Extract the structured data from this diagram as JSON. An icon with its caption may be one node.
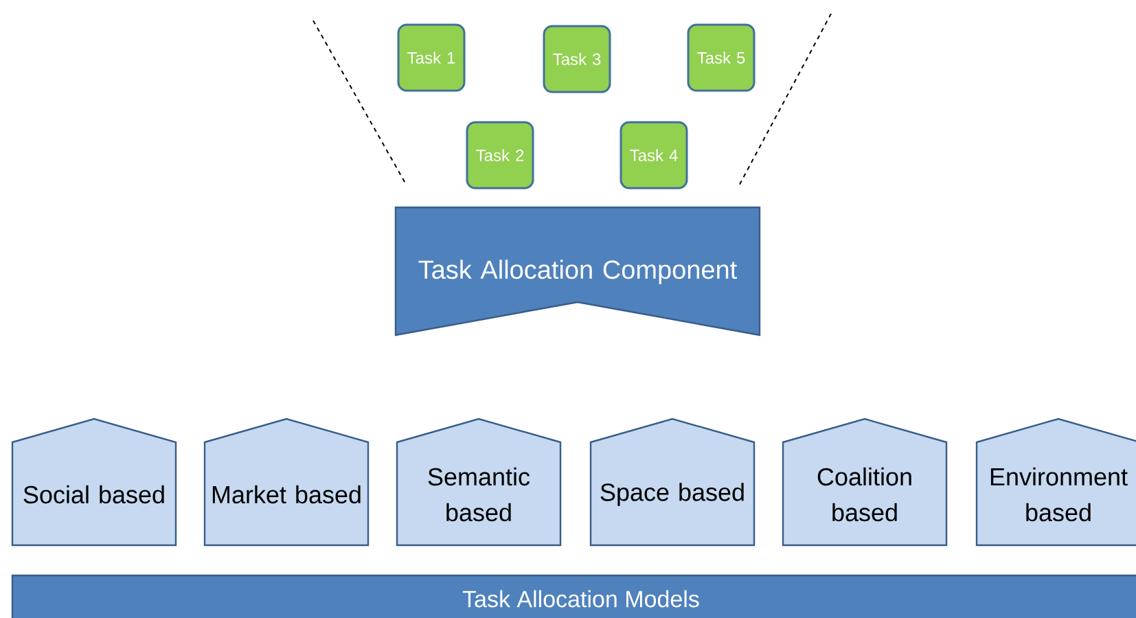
{
  "diagram": {
    "nodes": [
      {
        "text": [
          "Task 1"
        ]
      },
      {
        "text": [
          "Task 3"
        ]
      },
      {
        "text": [
          "Task 5"
        ]
      },
      {
        "text": [
          "Task 2"
        ]
      },
      {
        "text": [
          "Task 4"
        ]
      },
      {
        "text": [
          "Task Allocation Component"
        ]
      },
      {
        "text": [
          "Social based"
        ]
      },
      {
        "text": [
          "Market based"
        ]
      },
      {
        "text": [
          "Semantic based"
        ]
      },
      {
        "text": [
          "Space based"
        ]
      },
      {
        "text": [
          "Coalition based"
        ]
      },
      {
        "text": [
          "Environment based"
        ]
      },
      {
        "text": [
          "Task Allocation Models"
        ]
      }
    ]
  }
}
